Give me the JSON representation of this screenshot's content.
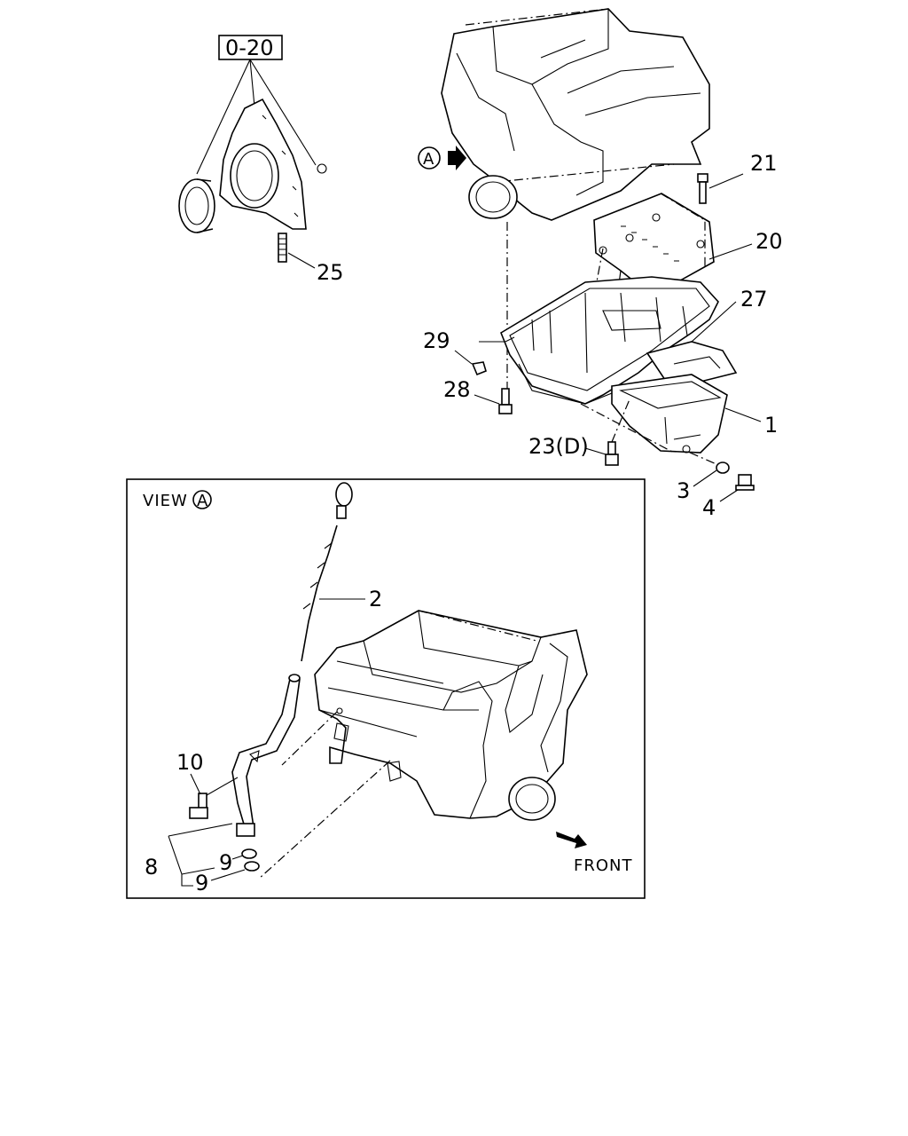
{
  "view_box_label": "VIEW",
  "view_box_marker": "A",
  "view_marker_top": "A",
  "group_ref": "0-20",
  "front_label": "FRONT",
  "callouts": {
    "c1": "1",
    "c2": "2",
    "c3": "3",
    "c4": "4",
    "c8": "8",
    "c9a": "9",
    "c9b": "9",
    "c10": "10",
    "c20": "20",
    "c21": "21",
    "c23": "23(D)",
    "c25": "25",
    "c27": "27",
    "c28": "28",
    "c29": "29"
  }
}
